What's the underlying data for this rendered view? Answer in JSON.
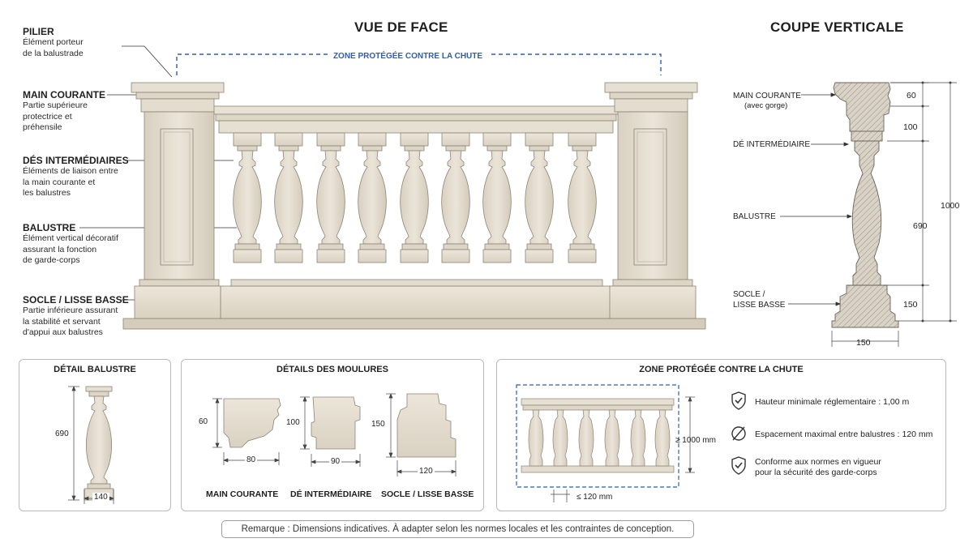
{
  "titles": {
    "front_view": "VUE DE FACE",
    "vertical_section": "COUPE VERTICALE",
    "protected_zone": "ZONE PROTÉGÉE CONTRE LA CHUTE"
  },
  "left_labels": [
    {
      "title": "PILIER",
      "desc": [
        "Élément porteur",
        "de la balustrade"
      ]
    },
    {
      "title": "MAIN COURANTE",
      "desc": [
        "Partie supérieure",
        "protectrice et",
        "préhensile"
      ]
    },
    {
      "title": "DÉS INTERMÉDIAIRES",
      "desc": [
        "Éléments de liaison entre",
        "la main courante et",
        "les balustres"
      ]
    },
    {
      "title": "BALUSTRE",
      "desc": [
        "Élément vertical décoratif",
        "assurant la fonction",
        "de garde-corps"
      ]
    },
    {
      "title": "SOCLE / LISSE BASSE",
      "desc": [
        "Partie inférieure assurant",
        "la stabilité et servant",
        "d'appui aux balustres"
      ]
    }
  ],
  "section": {
    "labels": {
      "main_courante": "MAIN COURANTE",
      "main_courante_sub": "(avec gorge)",
      "de": "DÉ INTERMÉDIAIRE",
      "balustre": "BALUSTRE",
      "socle_1": "SOCLE /",
      "socle_2": "LISSE BASSE"
    },
    "dims": {
      "d60": "60",
      "d100": "100",
      "d690": "690",
      "d150": "150",
      "d1000": "1000",
      "width150": "150"
    }
  },
  "panels": {
    "balustre": {
      "title": "DÉTAIL BALUSTRE",
      "height": "690",
      "width": "140"
    },
    "moulures": {
      "title": "DÉTAILS DES MOULURES",
      "items": [
        {
          "label": "MAIN COURANTE",
          "h": "60",
          "w": "80"
        },
        {
          "label": "DÉ INTERMÉDIAIRE",
          "h": "100",
          "w": "90"
        },
        {
          "label": "SOCLE / LISSE BASSE",
          "h": "150",
          "w": "120"
        }
      ]
    },
    "zone": {
      "title": "ZONE PROTÉGÉE CONTRE LA CHUTE",
      "height_label": "≥ 1000 mm",
      "spacing_label": "≤ 120 mm",
      "features": [
        {
          "icon": "shield-check-icon",
          "text": [
            "Hauteur minimale réglementaire : 1,00 m"
          ]
        },
        {
          "icon": "diameter-icon",
          "text": [
            "Espacement maximal entre balustres : 120 mm"
          ]
        },
        {
          "icon": "shield-check-icon",
          "text": [
            "Conforme aux normes en vigueur",
            "pour la sécurité des garde-corps"
          ]
        }
      ]
    }
  },
  "remark": "Remarque : Dimensions indicatives. À adapter selon les normes locales et les contraintes de conception.",
  "colors": {
    "stone": "#e4ddcf",
    "stone_dark": "#c9c0ae",
    "stone_line": "#8c8475",
    "dash_blue": "#2f5fa8",
    "dim": "#333333"
  }
}
